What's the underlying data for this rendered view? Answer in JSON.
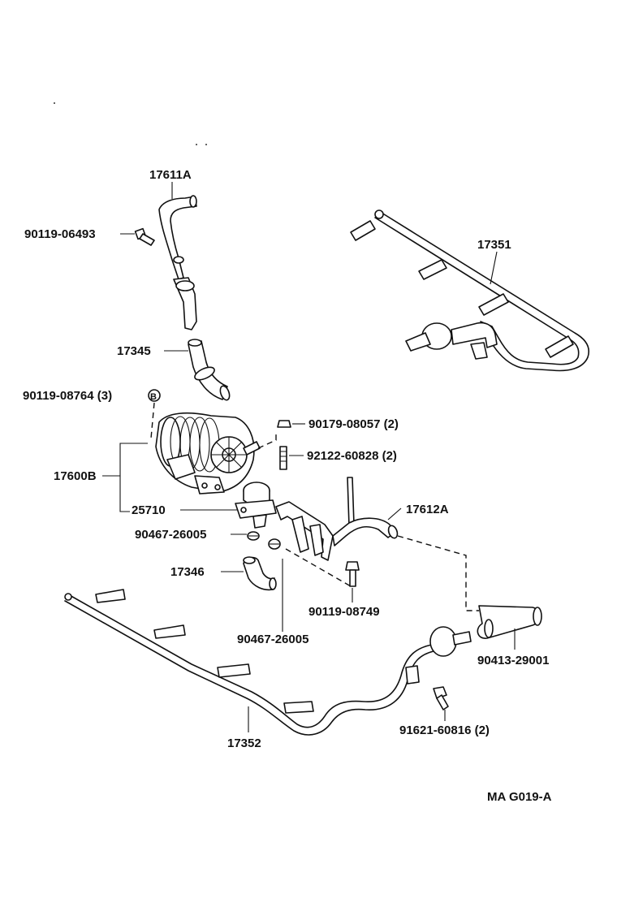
{
  "callouts": {
    "p17611A": "17611A",
    "p90119_06493": "90119-06493",
    "p17351": "17351",
    "p17345": "17345",
    "p90119_08764": "90119-08764 (3)",
    "p90179_08057": "90179-08057 (2)",
    "p92122_60828": "92122-60828 (2)",
    "p17600B": "17600B",
    "p25710": "25710",
    "p17612A": "17612A",
    "p90467_26005_a": "90467-26005",
    "p17346": "17346",
    "p90119_08749": "90119-08749",
    "p90467_26005_b": "90467-26005",
    "p90413_29001": "90413-29001",
    "p17352": "17352",
    "p91621_60816": "91621-60816 (2)"
  },
  "marker_B": "B",
  "diagram_code": "MA G019-A"
}
